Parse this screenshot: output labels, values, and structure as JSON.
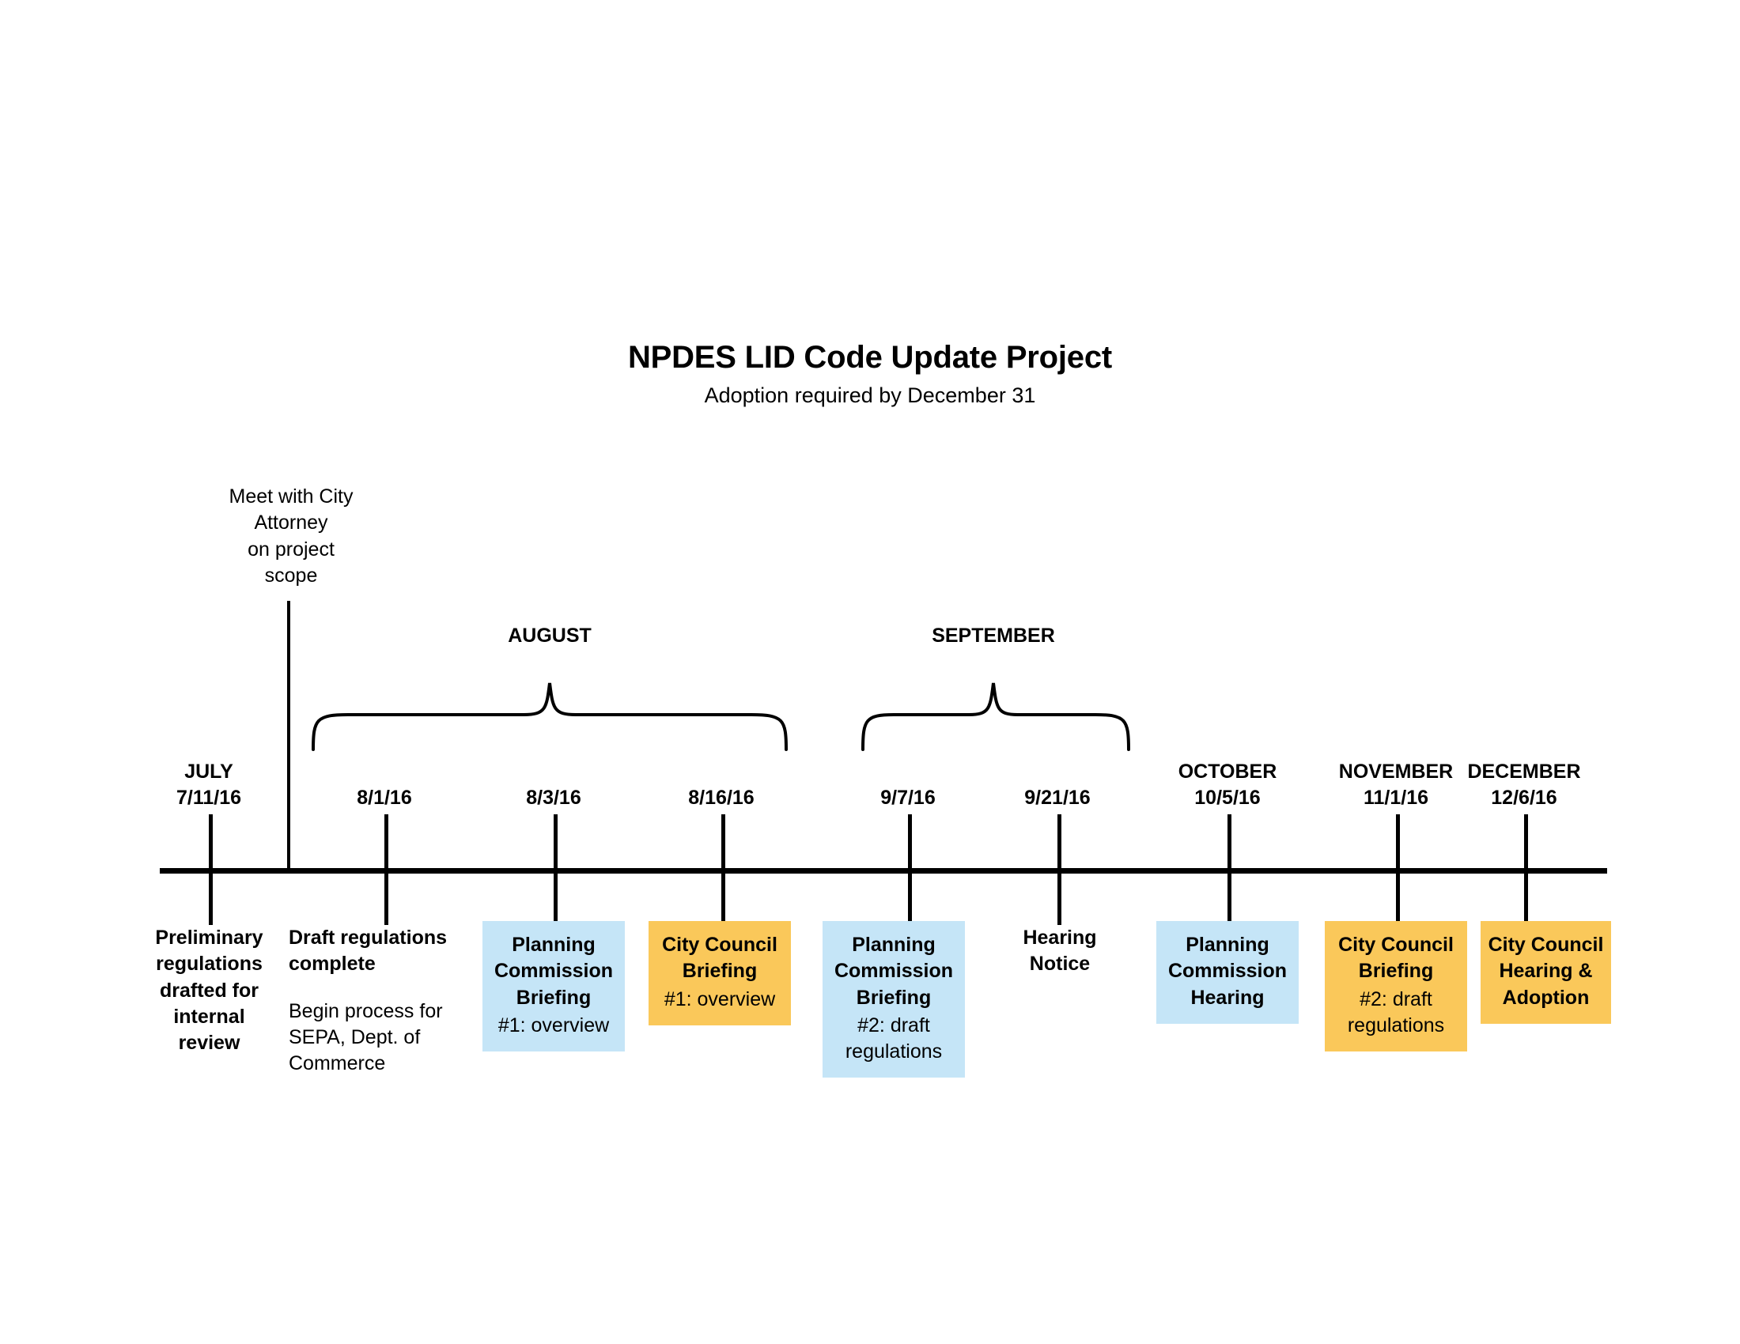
{
  "document": {
    "title": "NPDES LID Code Update Project",
    "subtitle": "Adoption required by December 31",
    "type": "project-timeline"
  },
  "colors": {
    "blue_box": "#C5E5F7",
    "orange_box": "#FAC85A",
    "axis": "#000000",
    "text": "#000000",
    "background": "#FFFFFF"
  },
  "annotation": {
    "attorney_note": "Meet with City\nAttorney\non project\nscope"
  },
  "braces": [
    {
      "label": "AUGUST"
    },
    {
      "label": "SEPTEMBER"
    }
  ],
  "timeline": {
    "milestones": [
      {
        "month": "JULY",
        "date": "7/11/16",
        "head": "Preliminary\nregulations\ndrafted for\ninternal\nreview",
        "sub": "",
        "box": "none"
      },
      {
        "month": "",
        "date": "8/1/16",
        "head": "Draft  regulations\ncomplete",
        "sub": "Begin process for\nSEPA, Dept. of\nCommerce",
        "box": "none"
      },
      {
        "month": "",
        "date": "8/3/16",
        "head": "Planning\nCommission\nBriefing",
        "sub": "#1: overview",
        "box": "blue"
      },
      {
        "month": "",
        "date": "8/16/16",
        "head": "City Council\nBriefing",
        "sub": "#1: overview",
        "box": "orange"
      },
      {
        "month": "",
        "date": "9/7/16",
        "head": "Planning\nCommission\nBriefing",
        "sub": "#2: draft\nregulations",
        "box": "blue"
      },
      {
        "month": "",
        "date": "9/21/16",
        "head": "Hearing\nNotice",
        "sub": "",
        "box": "none"
      },
      {
        "month": "OCTOBER",
        "date": "10/5/16",
        "head": "Planning\nCommission\nHearing",
        "sub": "",
        "box": "blue"
      },
      {
        "month": "NOVEMBER",
        "date": "11/1/16",
        "head": "City Council\nBriefing",
        "sub": "#2: draft\nregulations",
        "box": "orange"
      },
      {
        "month": "DECEMBER",
        "date": "12/6/16",
        "head": "City Council\nHearing &\nAdoption",
        "sub": "",
        "box": "orange"
      }
    ]
  }
}
